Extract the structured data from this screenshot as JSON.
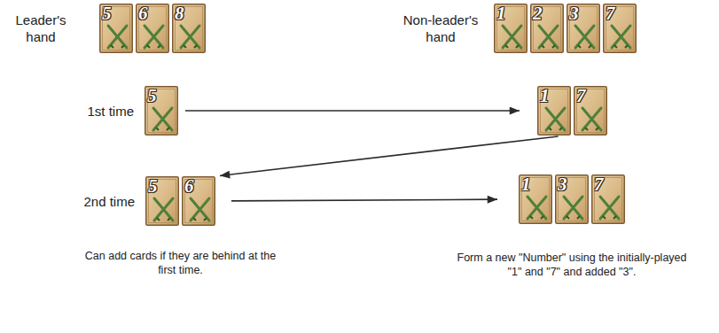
{
  "diagram": {
    "nodes": [
      {
        "text": [
          "Leader's hand"
        ]
      },
      {
        "text": [
          "5"
        ],
        "in": 0
      },
      {
        "text": [
          "6"
        ],
        "in": 0
      },
      {
        "text": [
          "8"
        ],
        "in": 0
      },
      {
        "text": [
          "Non-leader's hand"
        ]
      },
      {
        "text": [
          "1"
        ],
        "in": 4
      },
      {
        "text": [
          "2"
        ],
        "in": 4
      },
      {
        "text": [
          "3"
        ],
        "in": 4
      },
      {
        "text": [
          "7"
        ],
        "in": 4
      },
      {
        "text": [
          "1st time"
        ]
      },
      {
        "text": [
          "5"
        ],
        "in": 9
      },
      {
        "text": []
      },
      {
        "text": [
          "1"
        ],
        "in": 11
      },
      {
        "text": [
          "7"
        ],
        "in": 11
      },
      {
        "text": [
          "2nd time",
          "Can add cards if they are behind at the first time."
        ]
      },
      {
        "text": [
          "5"
        ],
        "in": 14
      },
      {
        "text": [
          "6"
        ],
        "in": 14
      },
      {
        "text": [
          "Form a new \"Number\" using the initially-played \"1\" and \"7\" and added \"3\"."
        ]
      },
      {
        "text": [
          "1"
        ],
        "in": 17
      },
      {
        "text": [
          "3"
        ],
        "in": 17
      },
      {
        "text": [
          "7"
        ],
        "in": 17
      }
    ],
    "edges": [
      {
        "from": 9,
        "to": 11,
        "arrow": "to"
      },
      {
        "from": 11,
        "to": 14,
        "arrow": "to"
      },
      {
        "from": 14,
        "to": 17,
        "arrow": "to"
      }
    ]
  }
}
